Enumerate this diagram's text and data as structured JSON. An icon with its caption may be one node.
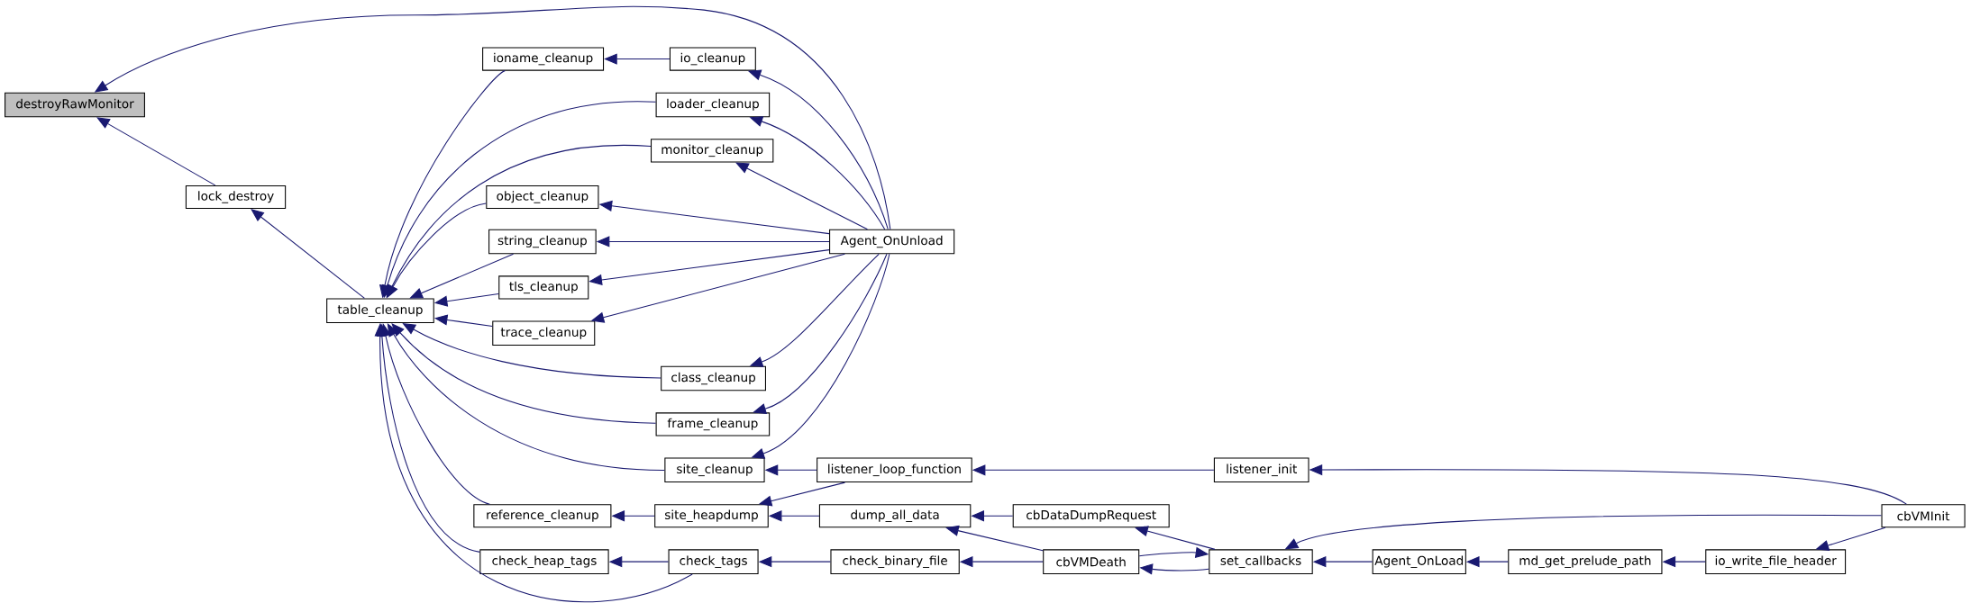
{
  "diagram": {
    "nodes": [
      {
        "text": [
          "destroyRawMonitor"
        ]
      },
      {
        "text": [
          "lock_destroy"
        ]
      },
      {
        "text": [
          "table_cleanup"
        ]
      },
      {
        "text": [
          "ioname_cleanup"
        ]
      },
      {
        "text": [
          "io_cleanup"
        ]
      },
      {
        "text": [
          "loader_cleanup"
        ]
      },
      {
        "text": [
          "monitor_cleanup"
        ]
      },
      {
        "text": [
          "object_cleanup"
        ]
      },
      {
        "text": [
          "string_cleanup"
        ]
      },
      {
        "text": [
          "tls_cleanup"
        ]
      },
      {
        "text": [
          "trace_cleanup"
        ]
      },
      {
        "text": [
          "class_cleanup"
        ]
      },
      {
        "text": [
          "frame_cleanup"
        ]
      },
      {
        "text": [
          "site_cleanup"
        ]
      },
      {
        "text": [
          "reference_cleanup"
        ]
      },
      {
        "text": [
          "check_heap_tags"
        ]
      },
      {
        "text": [
          "Agent_OnUnload"
        ]
      },
      {
        "text": [
          "listener_loop_function"
        ]
      },
      {
        "text": [
          "site_heapdump"
        ]
      },
      {
        "text": [
          "check_tags"
        ]
      },
      {
        "text": [
          "dump_all_data"
        ]
      },
      {
        "text": [
          "check_binary_file"
        ]
      },
      {
        "text": [
          "cbDataDumpRequest"
        ]
      },
      {
        "text": [
          "cbVMDeath"
        ]
      },
      {
        "text": [
          "listener_init"
        ]
      },
      {
        "text": [
          "set_callbacks"
        ]
      },
      {
        "text": [
          "Agent_OnLoad"
        ]
      },
      {
        "text": [
          "md_get_prelude_path"
        ]
      },
      {
        "text": [
          "io_write_file_header"
        ]
      },
      {
        "text": [
          "cbVMInit"
        ]
      }
    ],
    "edges": [
      {
        "from": 16,
        "to": 0,
        "arrow": "to"
      },
      {
        "from": 1,
        "to": 0,
        "arrow": "to"
      },
      {
        "from": 2,
        "to": 1,
        "arrow": "to"
      },
      {
        "from": 3,
        "to": 2,
        "arrow": "to"
      },
      {
        "from": 4,
        "to": 3,
        "arrow": "to"
      },
      {
        "from": 5,
        "to": 2,
        "arrow": "to"
      },
      {
        "from": 6,
        "to": 2,
        "arrow": "to"
      },
      {
        "from": 7,
        "to": 2,
        "arrow": "to"
      },
      {
        "from": 8,
        "to": 2,
        "arrow": "to"
      },
      {
        "from": 9,
        "to": 2,
        "arrow": "to"
      },
      {
        "from": 10,
        "to": 2,
        "arrow": "to"
      },
      {
        "from": 11,
        "to": 2,
        "arrow": "to"
      },
      {
        "from": 12,
        "to": 2,
        "arrow": "to"
      },
      {
        "from": 13,
        "to": 2,
        "arrow": "to"
      },
      {
        "from": 14,
        "to": 2,
        "arrow": "to"
      },
      {
        "from": 15,
        "to": 2,
        "arrow": "to"
      },
      {
        "from": 19,
        "to": 2,
        "arrow": "to"
      },
      {
        "from": 16,
        "to": 4,
        "arrow": "to"
      },
      {
        "from": 16,
        "to": 5,
        "arrow": "to"
      },
      {
        "from": 16,
        "to": 6,
        "arrow": "to"
      },
      {
        "from": 16,
        "to": 7,
        "arrow": "to"
      },
      {
        "from": 16,
        "to": 8,
        "arrow": "to"
      },
      {
        "from": 16,
        "to": 9,
        "arrow": "to"
      },
      {
        "from": 16,
        "to": 10,
        "arrow": "to"
      },
      {
        "from": 16,
        "to": 11,
        "arrow": "to"
      },
      {
        "from": 16,
        "to": 12,
        "arrow": "to"
      },
      {
        "from": 16,
        "to": 13,
        "arrow": "to"
      },
      {
        "from": 17,
        "to": 13,
        "arrow": "to"
      },
      {
        "from": 18,
        "to": 14,
        "arrow": "to"
      },
      {
        "from": 19,
        "to": 15,
        "arrow": "to"
      },
      {
        "from": 17,
        "to": 18,
        "arrow": "to"
      },
      {
        "from": 20,
        "to": 18,
        "arrow": "to"
      },
      {
        "from": 21,
        "to": 19,
        "arrow": "to"
      },
      {
        "from": 24,
        "to": 17,
        "arrow": "to"
      },
      {
        "from": 22,
        "to": 20,
        "arrow": "to"
      },
      {
        "from": 23,
        "to": 20,
        "arrow": "to"
      },
      {
        "from": 23,
        "to": 21,
        "arrow": "to"
      },
      {
        "from": 25,
        "to": 22,
        "arrow": "to"
      },
      {
        "from": 23,
        "to": 25,
        "arrow": "to"
      },
      {
        "from": 25,
        "to": 23,
        "arrow": "to"
      },
      {
        "from": 29,
        "to": 24,
        "arrow": "to"
      },
      {
        "from": 29,
        "to": 25,
        "arrow": "to"
      },
      {
        "from": 26,
        "to": 25,
        "arrow": "to"
      },
      {
        "from": 27,
        "to": 26,
        "arrow": "to"
      },
      {
        "from": 28,
        "to": 27,
        "arrow": "to"
      },
      {
        "from": 29,
        "to": 28,
        "arrow": "to"
      }
    ]
  }
}
